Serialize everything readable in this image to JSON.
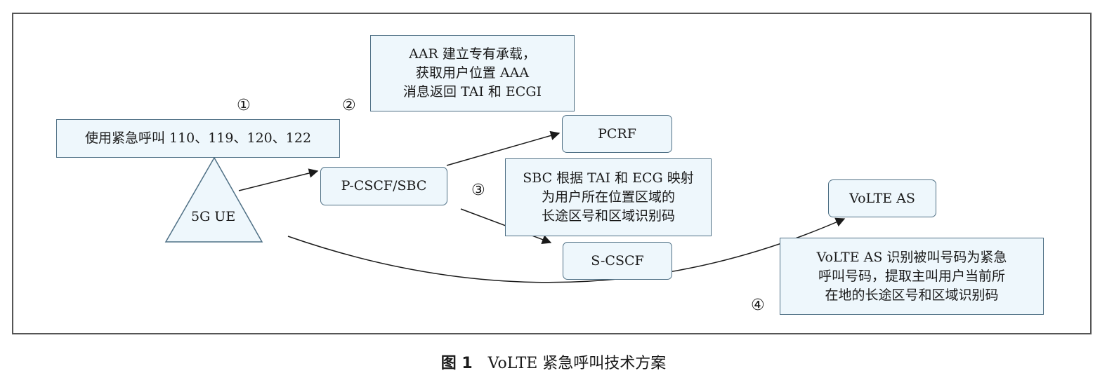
{
  "diagram": {
    "nodes": {
      "ue": "5G UE",
      "pcscf": "P-CSCF/SBC",
      "pcrf": "PCRF",
      "scscf": "S-CSCF",
      "volte_as": "VoLTE AS"
    },
    "notes": {
      "step1": "使用紧急呼叫 110、119、120、122",
      "step2": "AAR 建立专有承载，\n获取用户位置 AAA\n消息返回 TAI 和 ECGI",
      "step3": "SBC 根据 TAI 和 ECG 映射\n为用户所在位置区域的\n长途区号和区域识别码",
      "step4": "VoLTE AS 识别被叫号码为紧急\n呼叫号码，提取主叫用户当前所\n在地的长途区号和区域识别码"
    },
    "steps": [
      "①",
      "②",
      "③",
      "④"
    ],
    "edges": [
      {
        "from": "5G UE",
        "to": "P-CSCF/SBC"
      },
      {
        "from": "P-CSCF/SBC",
        "to": "PCRF"
      },
      {
        "from": "P-CSCF/SBC",
        "to": "S-CSCF"
      },
      {
        "from": "5G UE",
        "to": "VoLTE AS"
      }
    ],
    "colors": {
      "box_fill": "#eef7fc",
      "box_border": "#4f7085",
      "arrow": "#1a1a1a"
    }
  },
  "caption": {
    "figure_no": "图 1",
    "title": "VoLTE 紧急呼叫技术方案"
  }
}
